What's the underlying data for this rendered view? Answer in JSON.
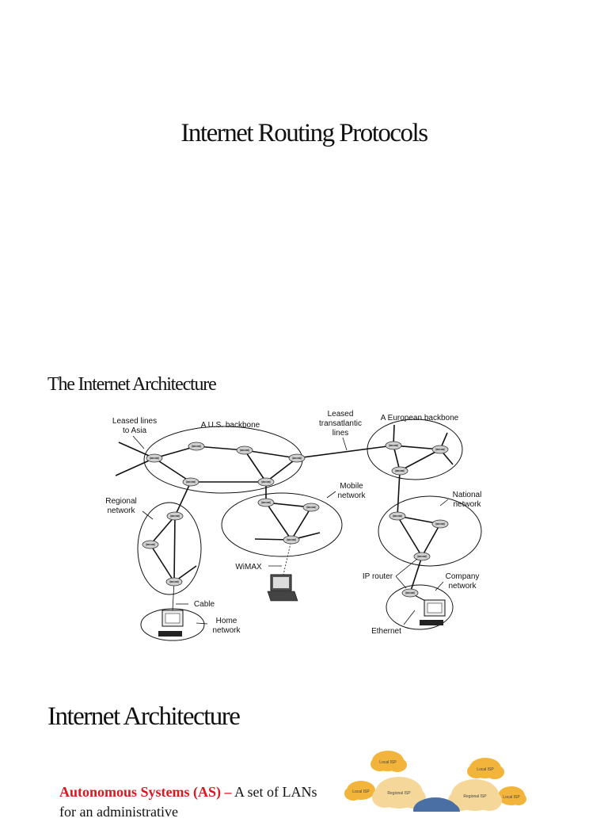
{
  "slide1": {
    "title": "Internet Routing Protocols"
  },
  "slide2": {
    "heading": "The Internet Architecture",
    "labels": {
      "leased_asia_1": "Leased lines",
      "leased_asia_2": "to Asia",
      "us_backbone": "A U.S. backbone",
      "leased_trans_1": "Leased",
      "leased_trans_2": "transatlantic",
      "leased_trans_3": "lines",
      "eu_backbone": "A European backbone",
      "regional_1": "Regional",
      "regional_2": "network",
      "mobile_1": "Mobile",
      "mobile_2": "network",
      "national_1": "National",
      "national_2": "network",
      "wimax": "WiMAX",
      "ip_router": "IP router",
      "company_1": "Company",
      "company_2": "network",
      "cable": "Cable",
      "home_1": "Home",
      "home_2": "network",
      "ethernet": "Ethernet"
    }
  },
  "slide3": {
    "heading": "Internet Architecture",
    "as_term": "Autonomous Systems (AS) –",
    "as_text": " A set of  LANs for an administrative",
    "clouds": {
      "local1": "Local ISP",
      "local2": "Local ISP",
      "local3": "Local ISP",
      "local4": "Local ISP",
      "regional1": "Regional ISP",
      "regional2": "Regional ISP"
    },
    "colors": {
      "as_term": "#d71920",
      "cloud_local": "#f2b43a",
      "cloud_regional": "#f6d79a",
      "cloud_backbone": "#4a6fa5"
    }
  }
}
